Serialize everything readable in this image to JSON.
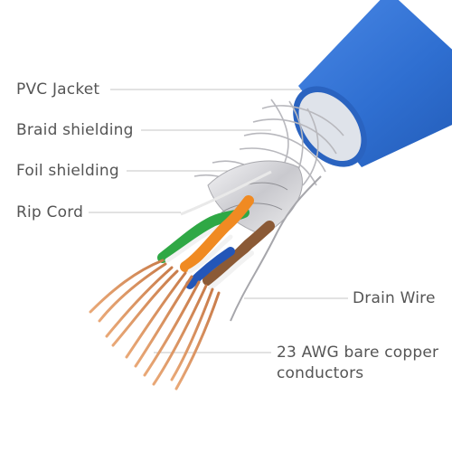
{
  "labels": {
    "pvc_jacket": "PVC Jacket",
    "braid_shielding": "Braid shielding",
    "foil_shielding": "Foil shielding",
    "rip_cord": "Rip Cord",
    "drain_wire": "Drain Wire",
    "conductors_line1": "23 AWG bare copper",
    "conductors_line2": "conductors"
  },
  "colors": {
    "jacket": "#2f6fd1",
    "copper": "#d9935f",
    "pair_green": "#2fa845",
    "pair_orange": "#f08a22",
    "pair_brown": "#8b5a36",
    "pair_blue": "#2356b8",
    "foil": "#d8d8dc",
    "text": "#555555",
    "leader": "#bdbdbd"
  }
}
